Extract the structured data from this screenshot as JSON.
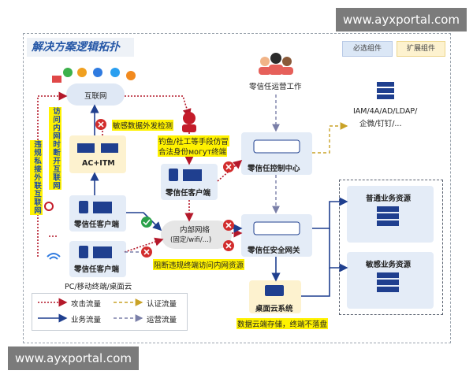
{
  "watermark_top": "www.ayxportal.com",
  "watermark_bottom": "www.ayxportal.com",
  "title": "解决方案逻辑拓扑",
  "legend_top": {
    "required": "必选组件",
    "extended": "扩展组件"
  },
  "nodes": {
    "internet": "互联网",
    "ops": "零信任运营工作",
    "idp": "IAM/4A/AD/LDAP/",
    "idp_line2": "企微/钉钉/...",
    "acitm": "AC+ITM",
    "client_top": "零信任客户端",
    "control_center": "零信任控制中心",
    "client_mid": "零信任客户端",
    "intranet": "内部网络",
    "intranet_sub": "(固定/wifi/...)",
    "client_bottom": "零信任客户端",
    "gateway": "零信任安全网关",
    "pc": "PC/移动终端/桌面云",
    "general_res": "普通业务资源",
    "sensitive_res": "敏感业务资源",
    "cloud_desktop": "桌面云系统"
  },
  "annotations": {
    "outgoing": "敏感数据外发检测",
    "phishing_1": "钓鱼/社工等手段仿冒",
    "phishing_2": "合法身份могут终端",
    "block": "阻断违规终端访问内网资源",
    "cloud_note": "数据云端存储，终端不落盘",
    "vertical_left": "违规私接外联互联网",
    "vertical_right": "访问内网时断开互联网"
  },
  "legend_bottom": {
    "attack": "攻击流量",
    "business": "业务流量",
    "auth": "认证流量",
    "ops": "运营流量"
  },
  "colors": {
    "attack": "#b4182a",
    "business": "#1f3f8f",
    "auth": "#c9a227",
    "ops": "#7a7fa8",
    "accent": "#2456a6"
  }
}
